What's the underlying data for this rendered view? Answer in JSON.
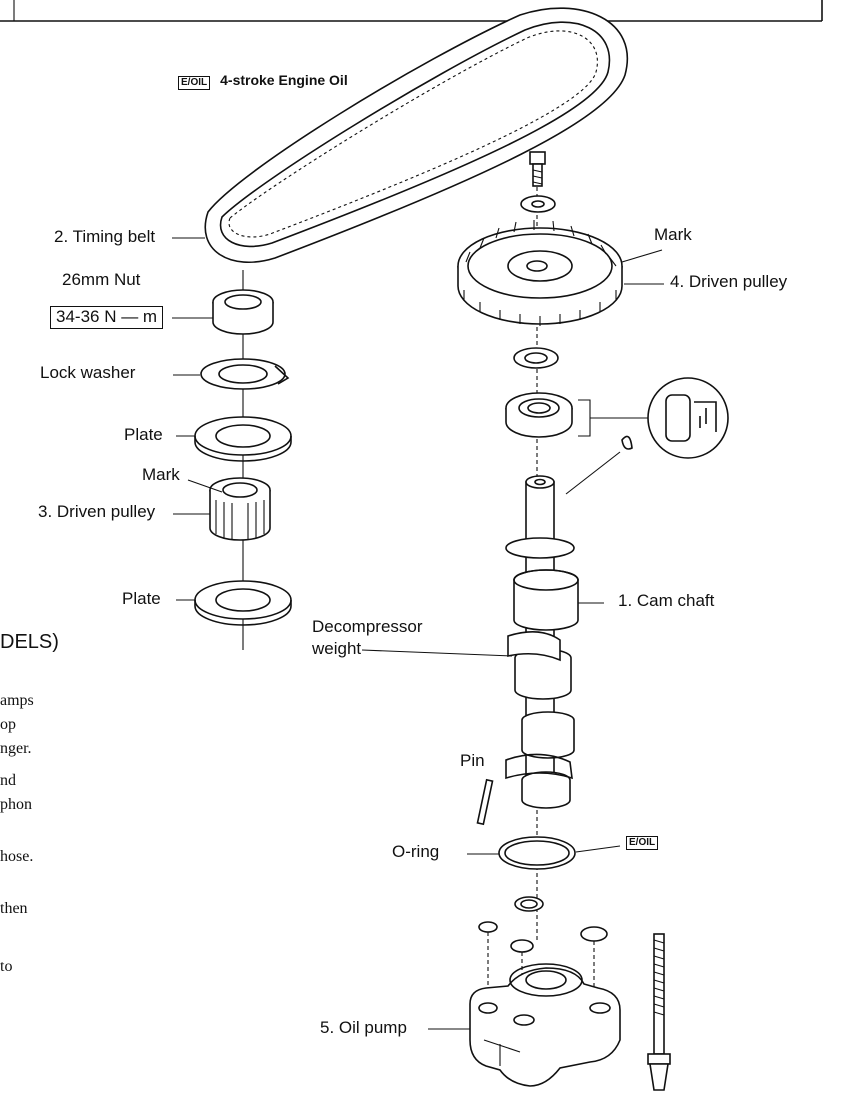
{
  "legend": {
    "tube_label": "E/OIL",
    "text": "4-stroke Engine Oil"
  },
  "labels": {
    "timing_belt": "2. Timing belt",
    "nut": "26mm Nut",
    "torque": "34-36 N — m",
    "lock_washer": "Lock washer",
    "plate_upper": "Plate",
    "mark_left": "Mark",
    "driven_pulley_3": "3. Driven pulley",
    "plate_lower": "Plate",
    "mark_right": "Mark",
    "driven_pulley_4": "4. Driven pulley",
    "cam_shaft": "1. Cam chaft",
    "decompressor_1": "Decompressor",
    "decompressor_2": "weight",
    "pin": "Pin",
    "o_ring": "O-ring",
    "o_ring_tube": "E/OIL",
    "oil_pump": "5. Oil pump"
  },
  "side_text": {
    "header": "DELS)",
    "lines": [
      "amps",
      "op",
      "nger.",
      "nd",
      "phon",
      "hose.",
      "then",
      "to"
    ]
  }
}
